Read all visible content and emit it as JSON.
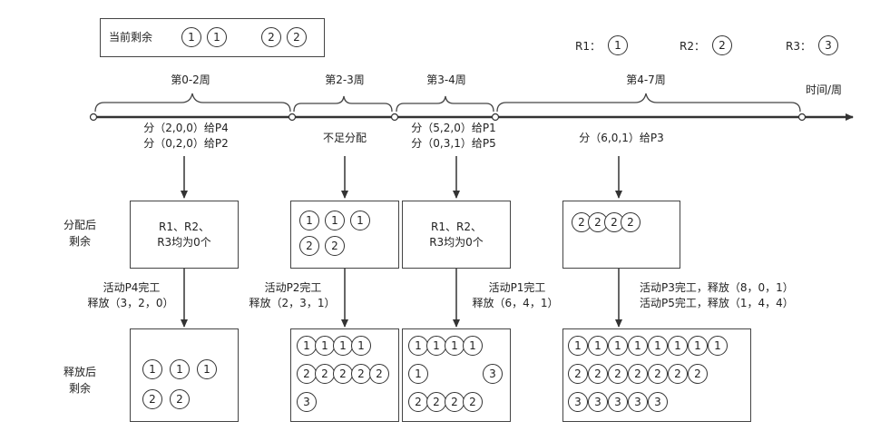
{
  "remaining": {
    "label": "当前剩余",
    "resources": [
      {
        "value": "1",
        "count": 2
      },
      {
        "value": "2",
        "count": 2
      }
    ]
  },
  "legend": [
    {
      "label": "R1：",
      "value": "1"
    },
    {
      "label": "R2：",
      "value": "2"
    },
    {
      "label": "R3：",
      "value": "3"
    }
  ],
  "timeline": {
    "axis_label": "时间/周",
    "periods": [
      "第0-2周",
      "第2-3周",
      "第3-4周",
      "第4-7周"
    ],
    "allocations": [
      [
        "分（2,0,0）给P4",
        "分（0,2,0）给P2"
      ],
      [
        "不足分配"
      ],
      [
        "分（5,2,0）给P1",
        "分（0,3,1）给P5"
      ],
      [
        "分（6,0,1）给P3"
      ]
    ]
  },
  "row_labels": {
    "after_allocation": [
      "分配后",
      "剩余"
    ],
    "after_release": [
      "释放后",
      "剩余"
    ]
  },
  "after_allocation_boxes": [
    {
      "text": [
        "R1、R2、",
        "R3均为0个"
      ],
      "rows": []
    },
    {
      "text": [],
      "rows": [
        {
          "value": "1",
          "count": 3
        },
        {
          "value": "2",
          "count": 2
        }
      ]
    },
    {
      "text": [
        "R1、R2、",
        "R3均为0个"
      ],
      "rows": []
    },
    {
      "text": [],
      "rows": [
        {
          "value": "2",
          "count": 4
        }
      ]
    }
  ],
  "release_events": [
    [
      "活动P4完工",
      "释放（3，2，0）"
    ],
    [
      "活动P2完工",
      "释放（2，3，1）"
    ],
    [
      "活动P1完工",
      "释放（6，4，1）"
    ],
    [
      "活动P3完工，释放（8，0，1）",
      "活动P5完工，释放（1，4，4）"
    ]
  ],
  "after_release_boxes": [
    {
      "rows": [
        {
          "value": "1",
          "count": 3
        },
        {
          "value": "2",
          "count": 2
        }
      ]
    },
    {
      "rows": [
        {
          "value": "1",
          "count": 4
        },
        {
          "value": "2",
          "count": 5
        },
        {
          "value": "3",
          "count": 1
        }
      ]
    },
    {
      "rows": [
        {
          "value": "1",
          "count": 4
        },
        {
          "value": "1",
          "count": 1,
          "extra": "3"
        },
        {
          "value": "2",
          "count": 4
        }
      ]
    },
    {
      "rows": [
        {
          "value": "1",
          "count": 8
        },
        {
          "value": "2",
          "count": 7
        },
        {
          "value": "3",
          "count": 5
        }
      ]
    }
  ]
}
